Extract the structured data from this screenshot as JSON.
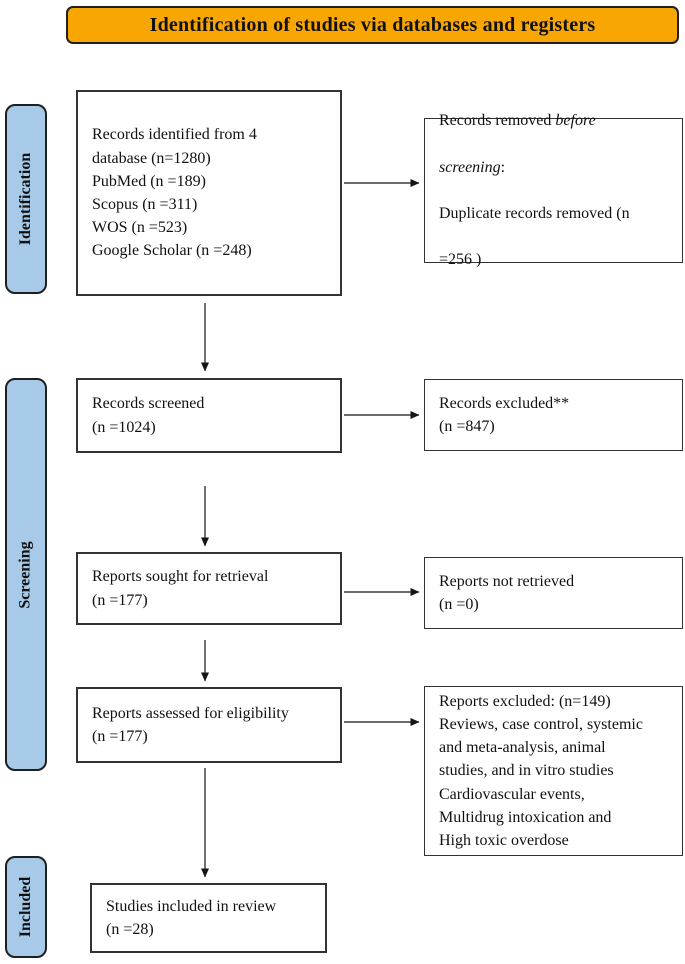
{
  "title": "Identification of studies via databases and registers",
  "colors": {
    "header_bg": "#F7A603",
    "stage_bg": "#A8CAE9",
    "border": "#1F1F1F"
  },
  "stages": {
    "identification": "Identification",
    "screening": "Screening",
    "included": "Included"
  },
  "boxes": {
    "records_identified": {
      "lines": [
        "Records identified from 4",
        "database (n=1280)",
        "PubMed (n =189)",
        "Scopus (n =311)",
        "WOS (n =523)",
        "Google Scholar (n =248)"
      ]
    },
    "records_removed": {
      "line1_text": "Records removed ",
      "line1_italic": "before",
      "line2_italic": "screening",
      "line2_text": ":",
      "line3": "Duplicate records removed (n",
      "line4": "=256 )"
    },
    "records_screened": {
      "lines": [
        "Records screened",
        "(n =1024)"
      ]
    },
    "records_excluded": {
      "lines": [
        "Records excluded**",
        "(n =847)"
      ]
    },
    "reports_sought": {
      "lines": [
        "Reports sought for retrieval",
        "(n =177)"
      ]
    },
    "reports_not_retrieved": {
      "lines": [
        "Reports not retrieved",
        "(n =0)"
      ]
    },
    "reports_assessed": {
      "lines": [
        "Reports assessed for eligibility",
        "(n =177)"
      ]
    },
    "reports_excluded": {
      "lines": [
        "Reports excluded: (n=149)",
        "Reviews, case control, systemic",
        "and meta-analysis, animal",
        "studies, and in vitro studies",
        "Cardiovascular events,",
        "Multidrug intoxication and",
        "High toxic overdose"
      ]
    },
    "studies_included": {
      "lines": [
        "Studies included in review",
        "(n =28)"
      ]
    }
  }
}
